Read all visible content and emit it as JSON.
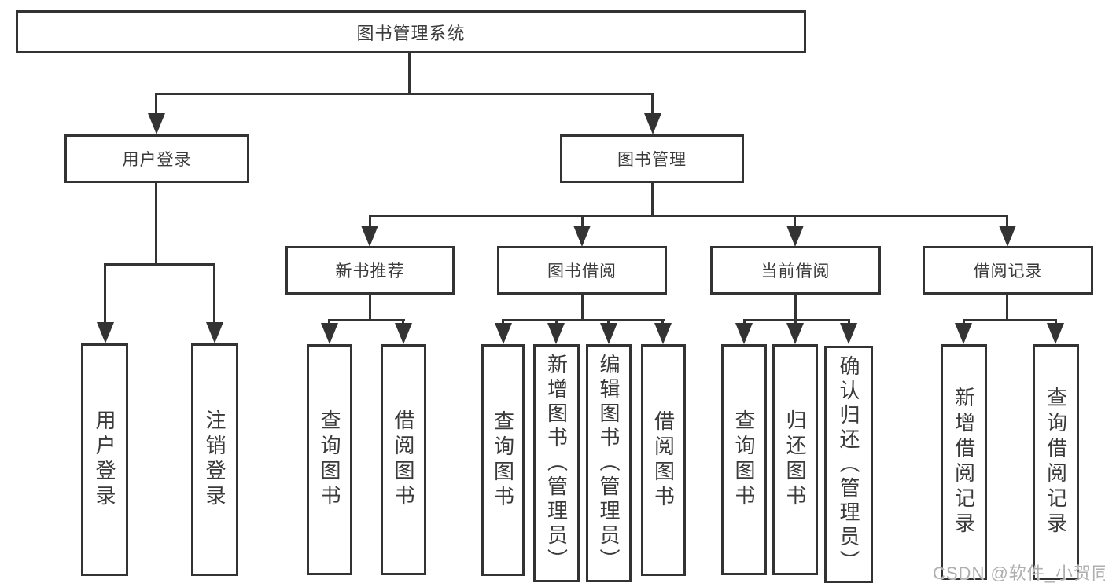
{
  "diagram_type": "hierarchy-tree",
  "tree": {
    "label": "图书管理系统",
    "children": [
      {
        "label": "用户登录",
        "children": [
          {
            "label": "用户登录"
          },
          {
            "label": "注销登录"
          }
        ]
      },
      {
        "label": "图书管理",
        "children": [
          {
            "label": "新书推荐",
            "children": [
              {
                "label": "查询图书"
              },
              {
                "label": "借阅图书"
              }
            ]
          },
          {
            "label": "图书借阅",
            "children": [
              {
                "label": "查询图书"
              },
              {
                "label": "新增图书（管理员）"
              },
              {
                "label": "编辑图书（管理员）"
              },
              {
                "label": "借阅图书"
              }
            ]
          },
          {
            "label": "当前借阅",
            "children": [
              {
                "label": "查询图书"
              },
              {
                "label": "归还图书"
              },
              {
                "label": "确认归还（管理员）"
              }
            ]
          },
          {
            "label": "借阅记录",
            "children": [
              {
                "label": "新增借阅记录"
              },
              {
                "label": "查询借阅记录"
              }
            ]
          }
        ]
      }
    ]
  },
  "watermark": {
    "text": "CSDN @软件_小贺同学"
  },
  "colors": {
    "line": "#333333",
    "text": "#3a3a3a",
    "background": "#ffffff",
    "watermark": "#aeaeae"
  }
}
